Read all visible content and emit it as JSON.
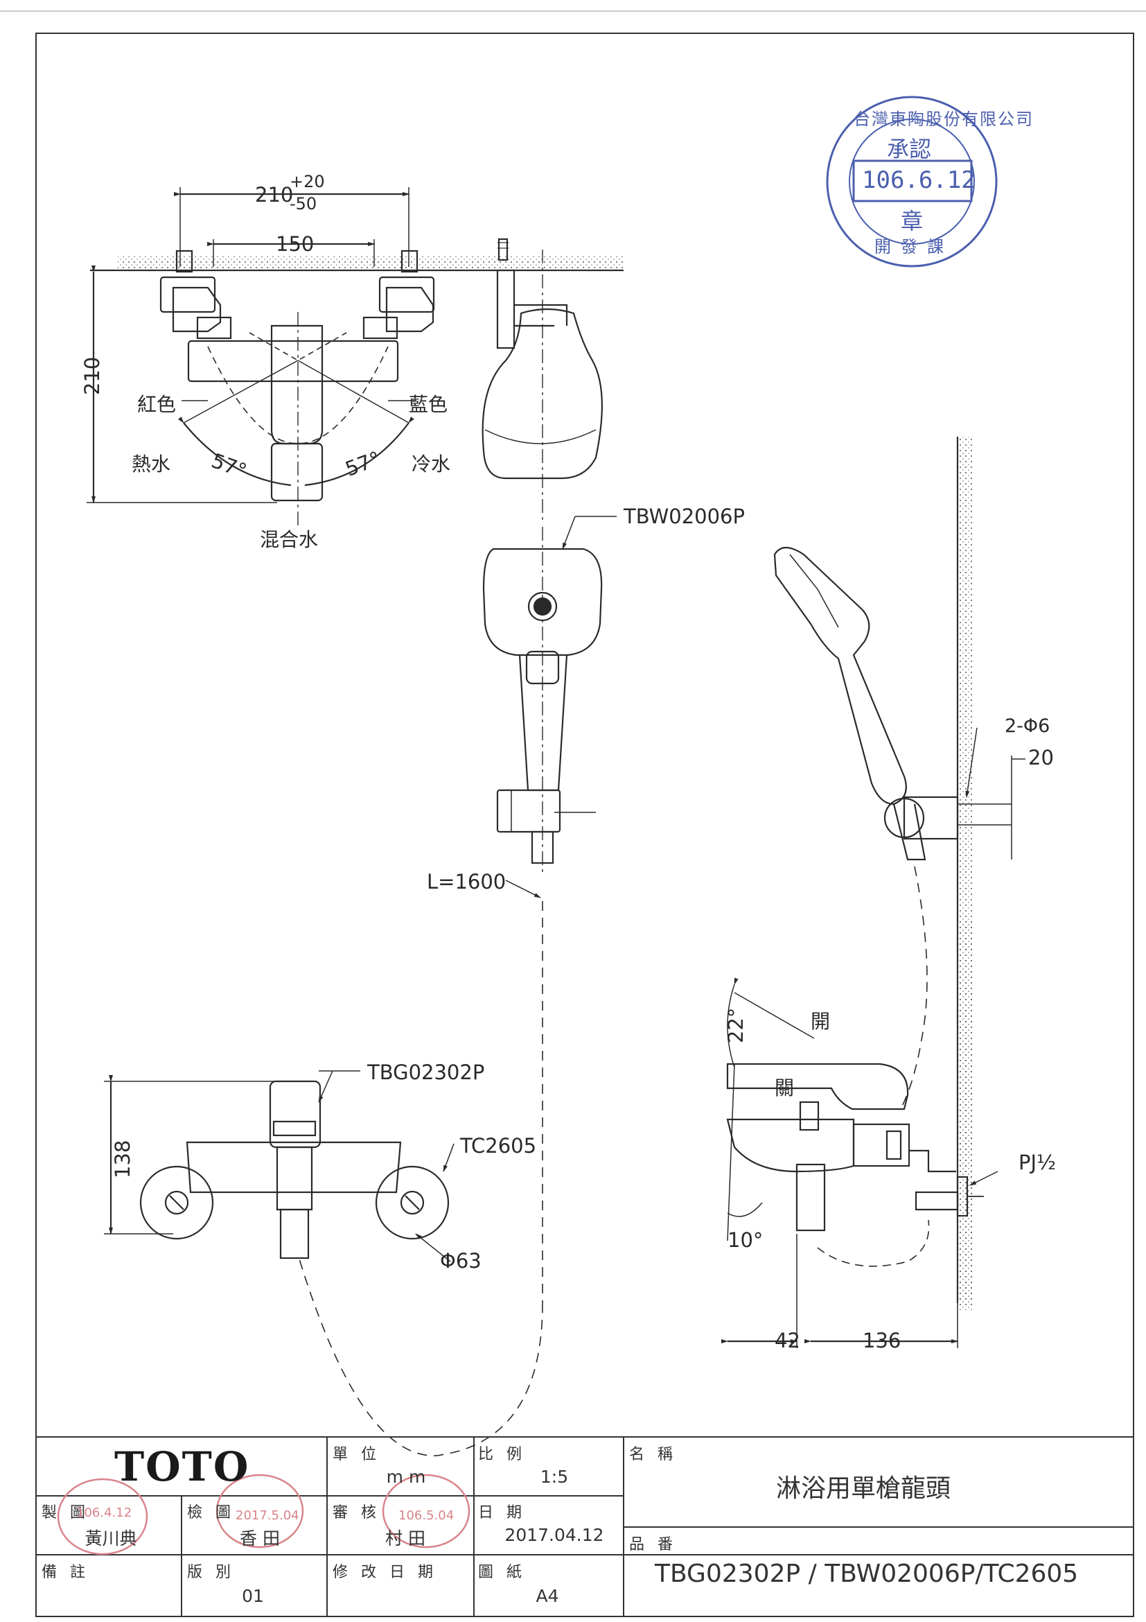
{
  "drawing": {
    "dims": {
      "width_main": "210",
      "width_plus": "+20",
      "width_minus": "-50",
      "spacing": "150",
      "height": "210",
      "angle_hot": "57°",
      "angle_cold": "57°",
      "hose_length": "L=1600",
      "holes": "2-Φ6",
      "hole_dim": "20",
      "front_height": "138",
      "flange_dia": "Φ63",
      "lever_angle": "22°",
      "spout_angle": "10°",
      "depth_a": "42",
      "depth_b": "136",
      "thread": "PJ½"
    },
    "labels": {
      "red": "紅色",
      "blue": "藍色",
      "hot": "熱水",
      "cold": "冷水",
      "mixed": "混合水",
      "open": "開",
      "close": "關"
    },
    "parts": {
      "hand_shower": "TBW02006P",
      "mixer": "TBG02302P",
      "flange": "TC2605"
    }
  },
  "approval_stamp": {
    "company": "台灣東陶股份有限公司",
    "title": "承認",
    "date": "106.6.12",
    "seal": "章",
    "dept": "開發課"
  },
  "title_block": {
    "brand": "TOTO",
    "unit_label": "單 位",
    "unit_value": "mm",
    "scale_label": "比 例",
    "scale_value": "1:5",
    "name_label": "名 稱",
    "product_name": "淋浴用單槍龍頭",
    "drawn_label": "製 圖",
    "drawn_by": "黃川典",
    "checked_label": "檢 圖",
    "checked_by": "香 田",
    "review_label": "審 核",
    "review_by": "村 田",
    "date_label": "日 期",
    "date_value": "2017.04.12",
    "partno_label": "品 番",
    "part_numbers": "TBG02302P / TBW02006P/TC2605",
    "remarks_label": "備 註",
    "version_label": "版 別",
    "version_value": "01",
    "revision_label": "修 改 日 期",
    "sheet_label": "圖 紙",
    "sheet_value": "A4",
    "stamp_drawn_date": "106.4.12",
    "stamp_checked_date": "2017.5.04",
    "stamp_review_date": "106.5.04"
  },
  "colors": {
    "line": "#2a2a2a",
    "stamp_blue": "#4b5fae",
    "stamp_red": "#d9848a"
  }
}
